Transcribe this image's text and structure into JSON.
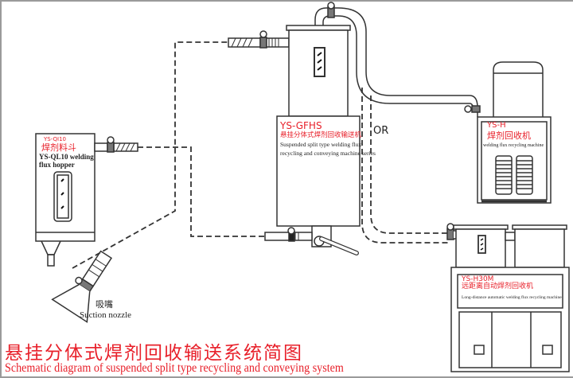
{
  "title": {
    "chinese": "悬挂分体式焊剂回收输送系统简图",
    "english": "Schematic diagram of suspended split type recycling and conveying system"
  },
  "colors": {
    "accent_red": "#e8202a",
    "line": "#333333",
    "frame": "#9a9a9a"
  },
  "hopper": {
    "model": "YS-QI10",
    "name_cn": "焊剂料斗",
    "name_en_line1": "YS-QL10 welding",
    "name_en_line2": "flux hopper"
  },
  "nozzle": {
    "name_cn": "吸嘴",
    "name_en": "Suction nozzle"
  },
  "gfhs": {
    "model": "YS-GFHS",
    "name_cn": "悬挂分体式焊剂回收输送机",
    "name_en_line1": "Suspended split type welding flux",
    "name_en_line2": "recycling and conveying machine series"
  },
  "or_label": "OR",
  "ysh": {
    "model": "YS-H",
    "name_cn": "焊剂回收机",
    "name_en": "welding flux recycling machine"
  },
  "h30m": {
    "model": "YS-H30M",
    "name_cn": "远距离自动焊剂回收机",
    "name_en": "Long-distance automatic welding flux recycling machine"
  },
  "icons": [
    "clamp-icon",
    "sight-glass-icon",
    "louver-vent-icon",
    "switch-icon"
  ]
}
